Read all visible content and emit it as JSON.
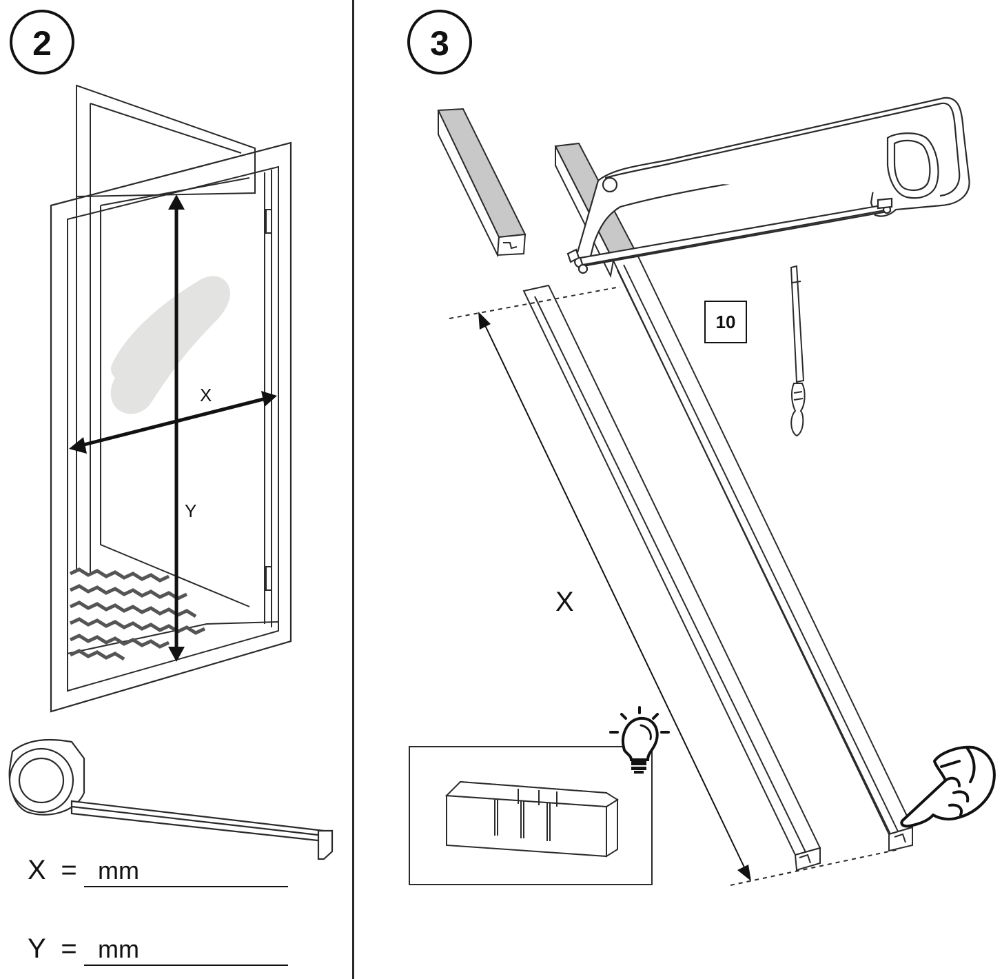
{
  "steps": [
    {
      "number": "2",
      "dimension_labels": {
        "width": "X",
        "height": "Y"
      },
      "fields": [
        {
          "variable": "X",
          "equals": "=",
          "unit": "mm"
        },
        {
          "variable": "Y",
          "equals": "=",
          "unit": "mm"
        }
      ],
      "icons": [
        "door-frame-icon",
        "tape-measure-icon",
        "dimension-arrow-icon"
      ]
    },
    {
      "number": "3",
      "length_label": "X",
      "quantity": "10",
      "icons": [
        "profile-rail-icon",
        "hacksaw-icon",
        "file-tool-icon",
        "miter-box-icon",
        "lightbulb-tip-icon",
        "pointing-hand-icon"
      ]
    }
  ],
  "colors": {
    "ink": "#111111",
    "profile_fill": "#c8c8c8",
    "smudge": "#e3e3e1"
  }
}
